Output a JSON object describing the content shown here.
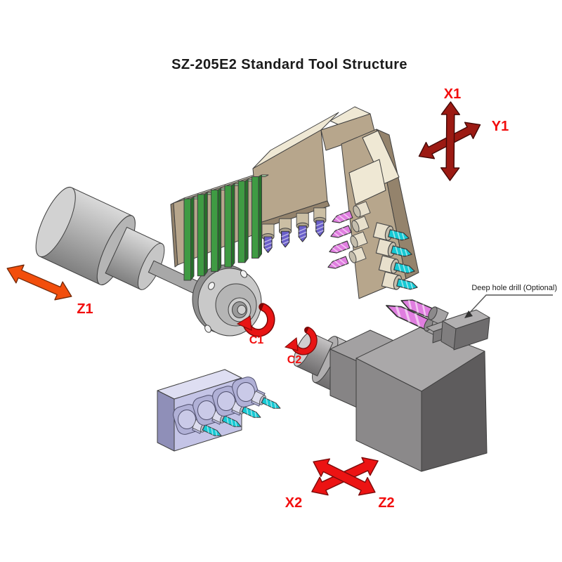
{
  "title": {
    "text": "SZ-205E2 Standard Tool Structure"
  },
  "labels": {
    "x1": "X1",
    "y1": "Y1",
    "z1": "Z1",
    "c1": "C1",
    "c2": "C2",
    "x2": "X2",
    "z2": "Z2",
    "deep_hole_drill": "Deep hole drill (Optional)"
  },
  "colors": {
    "title_text": "#1a1a1a",
    "annotation_text": "#1a1a1a",
    "label_red": "#f20d0d",
    "cross_dark_red": "#9c1a13",
    "z1_orange": "#f24e0c",
    "bottom_cross_red": "#ec1313",
    "rotation_arrow_red": "#e81414",
    "leader_line": "#555555",
    "outline": "#3f3f3f",
    "tan": "#b7a68c",
    "tan_dark": "#94836c",
    "cream": "#efe8d4",
    "green_tool": "#3f9b43",
    "green_tool_dark": "#26702b",
    "purple_drill": "#6a5fc9",
    "magenta_drill": "#e07ee0",
    "cyan_drill": "#17c9d4",
    "collet_tan": "#cbbfa4",
    "collet_cream": "#e8e0cc",
    "collet_gray": "#a5a3a4",
    "spindle_gray": "#b5b5b5",
    "spindle_gray_light": "#d2d2d2",
    "spindle_gray_dark": "#8e8e8e",
    "lavender": "#c4c4e6",
    "lavender_light": "#dedef2",
    "lavender_dark": "#8f8fb8",
    "cube_top": "#aaa8a9",
    "cube_left": "#8b898a",
    "cube_right": "#5e5c5d"
  }
}
